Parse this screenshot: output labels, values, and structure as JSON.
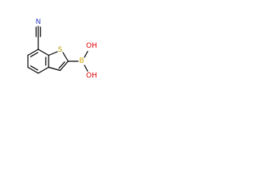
{
  "molecule": {
    "atoms": {
      "N": {
        "label": "N",
        "color": "#2f3dbd"
      },
      "S": {
        "label": "S",
        "color": "#b49a00"
      },
      "B": {
        "label": "B",
        "color": "#d8a400"
      },
      "OH_top": {
        "label": "OH",
        "color": "#e00000"
      },
      "OH_bottom": {
        "label": "OH",
        "color": "#e00000"
      }
    },
    "bond_color": "#000000"
  }
}
